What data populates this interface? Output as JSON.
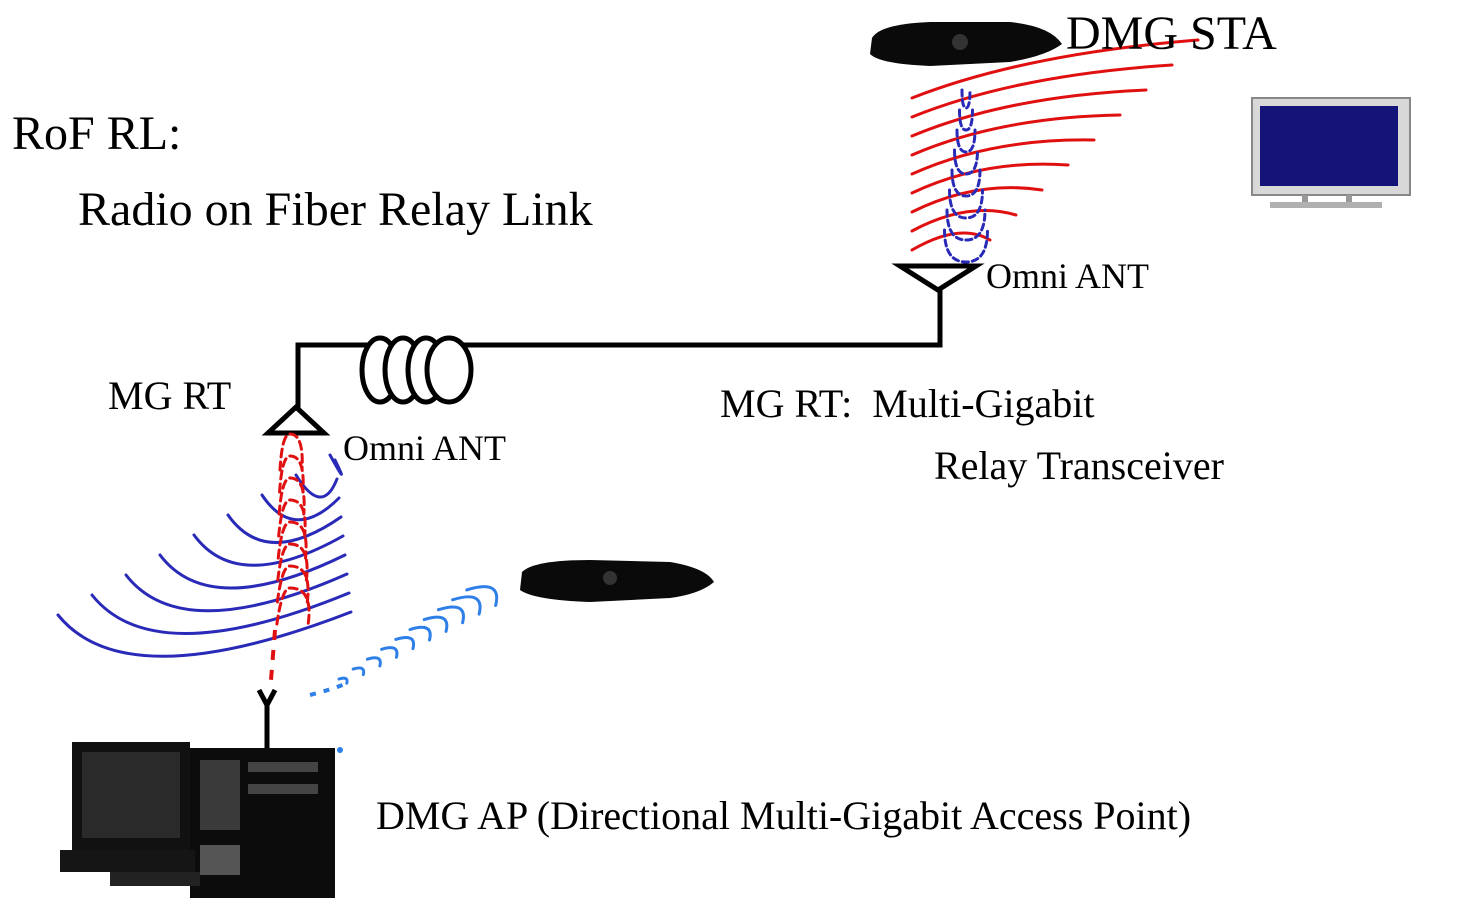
{
  "title": {
    "line1": "RoF RL:",
    "line2": "Radio on Fiber Relay Link"
  },
  "labels": {
    "dmg_sta": "DMG STA",
    "omni_ant_top": "Omni ANT",
    "omni_ant_left": "Omni ANT",
    "mg_rt_left": "MG RT",
    "mg_rt_def_line1": "MG RT:  Multi-Gigabit",
    "mg_rt_def_line2": "Relay Transceiver",
    "dmg_ap": "DMG AP (Directional Multi-Gigabit Access Point)"
  },
  "colors": {
    "red_wave": "#e01010",
    "blue_wave": "#2a2ab8",
    "light_blue_wave": "#2f7fe8",
    "tv_screen": "#141478",
    "fiber": "#000000"
  },
  "icons": {
    "sta_device": "black-device-icon",
    "tv": "tv-monitor-icon",
    "ap": "access-point-computer-icon",
    "fiber_coil": "fiber-coil-icon",
    "antenna": "triangle-antenna-icon"
  }
}
